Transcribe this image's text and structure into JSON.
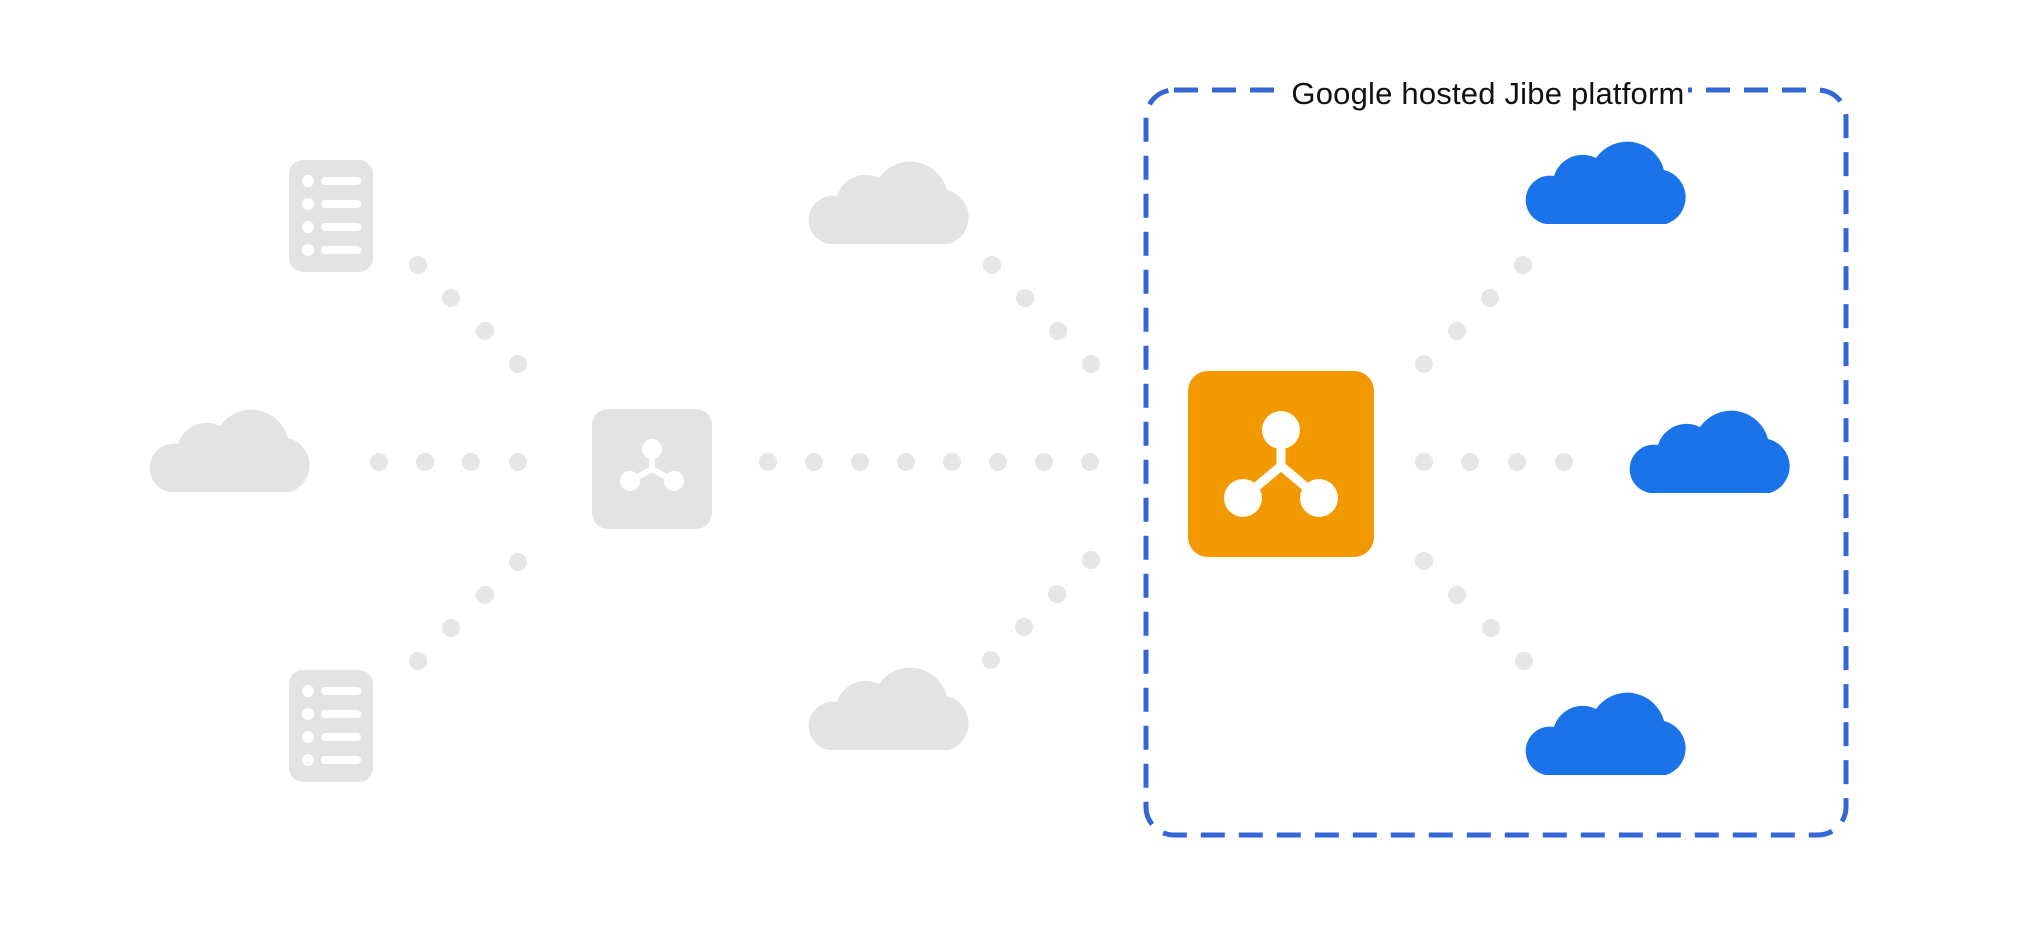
{
  "platform_label": "Google hosted Jibe platform",
  "colors": {
    "inactive_gray": "#e3e3e3",
    "dot_gray": "#e6e6e6",
    "hub_orange": "#f29900",
    "cloud_blue": "#1a73e8",
    "dashed_border": "#3367d6",
    "icon_white": "#ffffff"
  },
  "nodes": [
    {
      "id": "server-top-left",
      "icon": "server-list-icon",
      "state": "inactive"
    },
    {
      "id": "server-bottom-left",
      "icon": "server-list-icon",
      "state": "inactive"
    },
    {
      "id": "cloud-left",
      "icon": "cloud-icon",
      "state": "inactive"
    },
    {
      "id": "hub-gray",
      "icon": "hub-icon",
      "state": "inactive"
    },
    {
      "id": "cloud-mid-top",
      "icon": "cloud-icon",
      "state": "inactive"
    },
    {
      "id": "cloud-mid-bottom",
      "icon": "cloud-icon",
      "state": "inactive"
    },
    {
      "id": "hub-orange",
      "icon": "hub-icon",
      "state": "active"
    },
    {
      "id": "cloud-blue-top",
      "icon": "cloud-icon",
      "state": "active"
    },
    {
      "id": "cloud-blue-middle",
      "icon": "cloud-icon",
      "state": "active"
    },
    {
      "id": "cloud-blue-bottom",
      "icon": "cloud-icon",
      "state": "active"
    }
  ],
  "connections": [
    {
      "from": "server-top-left",
      "to": "hub-gray"
    },
    {
      "from": "cloud-left",
      "to": "hub-gray"
    },
    {
      "from": "server-bottom-left",
      "to": "hub-gray"
    },
    {
      "from": "hub-gray",
      "to": "hub-orange"
    },
    {
      "from": "cloud-mid-top",
      "to": "hub-orange"
    },
    {
      "from": "cloud-mid-bottom",
      "to": "hub-orange"
    },
    {
      "from": "hub-orange",
      "to": "cloud-blue-top"
    },
    {
      "from": "hub-orange",
      "to": "cloud-blue-middle"
    },
    {
      "from": "hub-orange",
      "to": "cloud-blue-bottom"
    }
  ]
}
